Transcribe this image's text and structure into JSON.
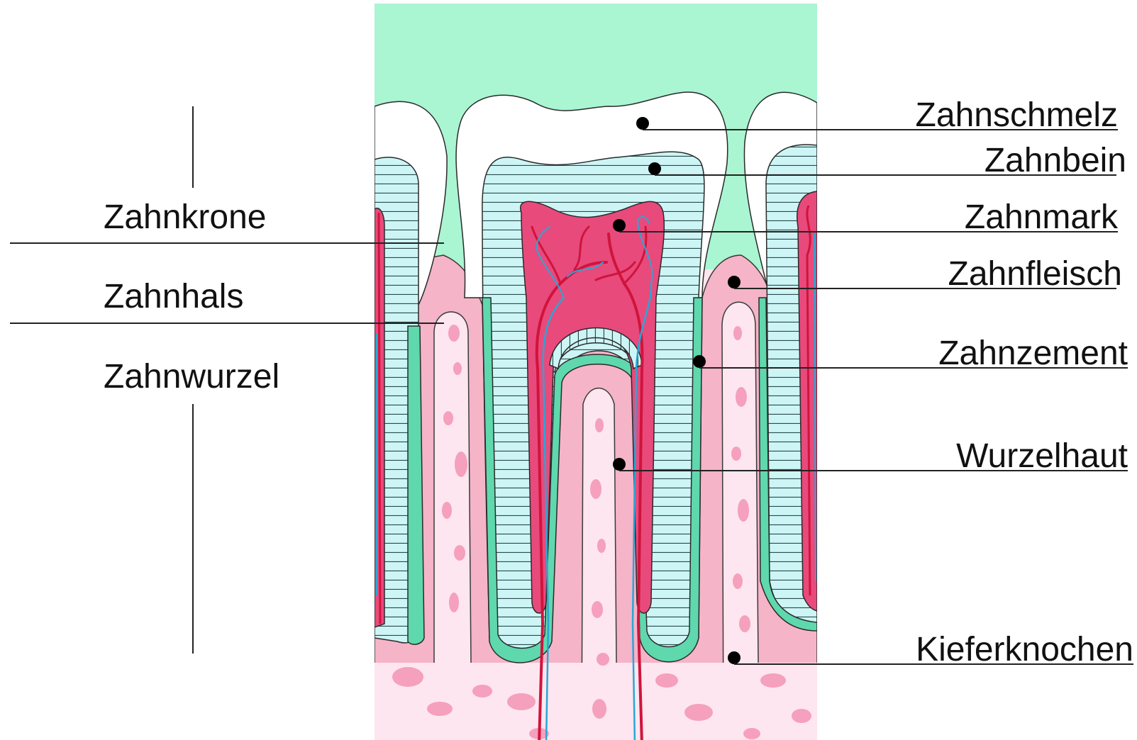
{
  "left_labels": {
    "crown": "Zahnkrone",
    "neck": "Zahnhals",
    "root": "Zahnwurzel"
  },
  "right_labels": {
    "enamel": "Zahnschmelz",
    "dentin": "Zahnbein",
    "pulp": "Zahnmark",
    "gum": "Zahnfleisch",
    "cementum": "Zahnzement",
    "periodontium": "Wurzelhaut",
    "jawbone": "Kieferknochen"
  },
  "colors": {
    "background_top": "#aaf5d2",
    "enamel": "#ffffff",
    "dentin": "#cdf5f5",
    "pulp": "#e84a7c",
    "gum": "#f5b4c8",
    "cementum": "#5fd8ae",
    "bone": "#fde6ef",
    "bone_spots": "#f5a0bc",
    "artery": "#d0143c",
    "vein": "#2aa6d6"
  }
}
